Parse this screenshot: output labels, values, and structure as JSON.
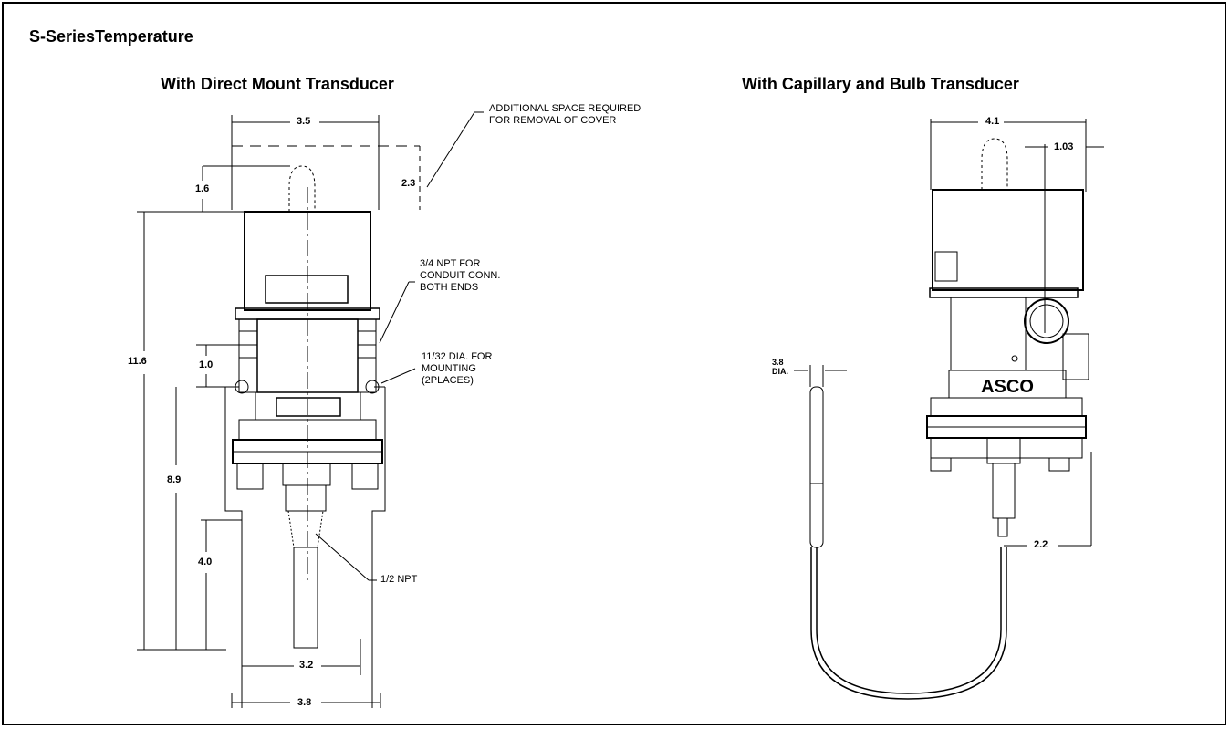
{
  "page_title": "S-SeriesTemperature",
  "left_view": {
    "subtitle": "With Direct Mount Transducer",
    "dims": {
      "width_top": "3.5",
      "cover_clear": "2.3",
      "knob": "1.6",
      "overall": "11.6",
      "mount": "1.0",
      "lower": "8.9",
      "stem": "4.0",
      "stem_width": "3.2",
      "base_width": "3.8"
    },
    "notes": {
      "cover_line1": "ADDITIONAL SPACE REQUIRED",
      "cover_line2": "FOR REMOVAL OF COVER",
      "conduit_line1": "3/4 NPT FOR",
      "conduit_line2": "CONDUIT CONN.",
      "conduit_line3": "BOTH ENDS",
      "mounting_line1": "11/32 DIA. FOR",
      "mounting_line2": "MOUNTING",
      "mounting_line3": "(2PLACES)",
      "npt": "1/2 NPT"
    }
  },
  "right_view": {
    "subtitle": "With Capillary and Bulb Transducer",
    "brand": "ASCO",
    "dims": {
      "width_top": "4.1",
      "offset": "1.03",
      "bulb_dia_line1": "3.8",
      "bulb_dia_line2": "DIA.",
      "capillary": "2.2"
    }
  }
}
